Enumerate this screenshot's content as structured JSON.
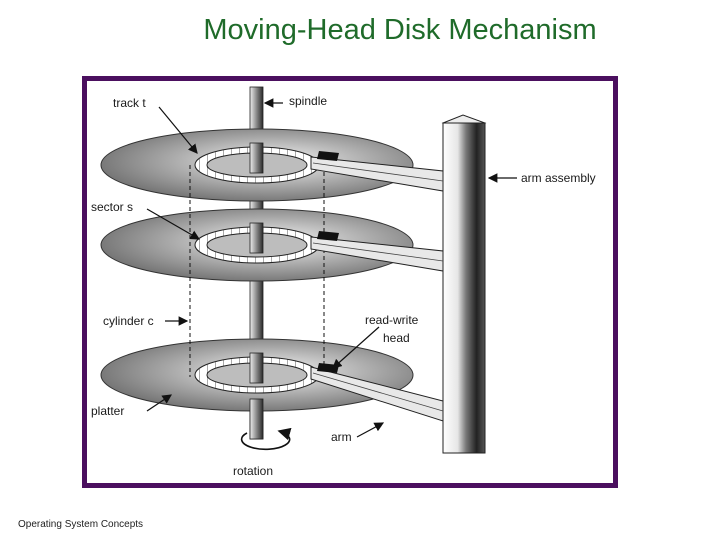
{
  "slide": {
    "title": "Moving-Head Disk Mechanism",
    "footer": "Operating System Concepts"
  },
  "diagram": {
    "labels": {
      "track": "track t",
      "spindle": "spindle",
      "arm_assembly": "arm assembly",
      "sector": "sector s",
      "cylinder": "cylinder c",
      "read_write_line1": "read-write",
      "read_write_line2": "head",
      "platter": "platter",
      "arm": "arm",
      "rotation": "rotation"
    },
    "colors": {
      "title": "#1f6b2a",
      "frame": "#4b0f5f"
    }
  }
}
